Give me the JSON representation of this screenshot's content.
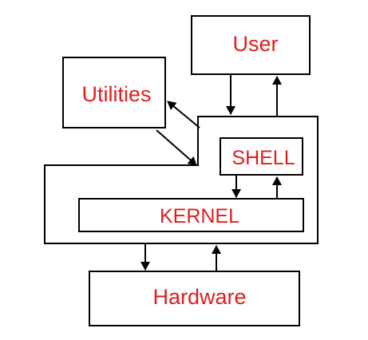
{
  "nodes": {
    "user": "User",
    "utilities": "Utilities",
    "shell": "SHELL",
    "kernel": "KERNEL",
    "hardware": "Hardware"
  },
  "colors": {
    "label": "#e01e1e",
    "stroke": "#000000",
    "background": "#ffffff"
  }
}
